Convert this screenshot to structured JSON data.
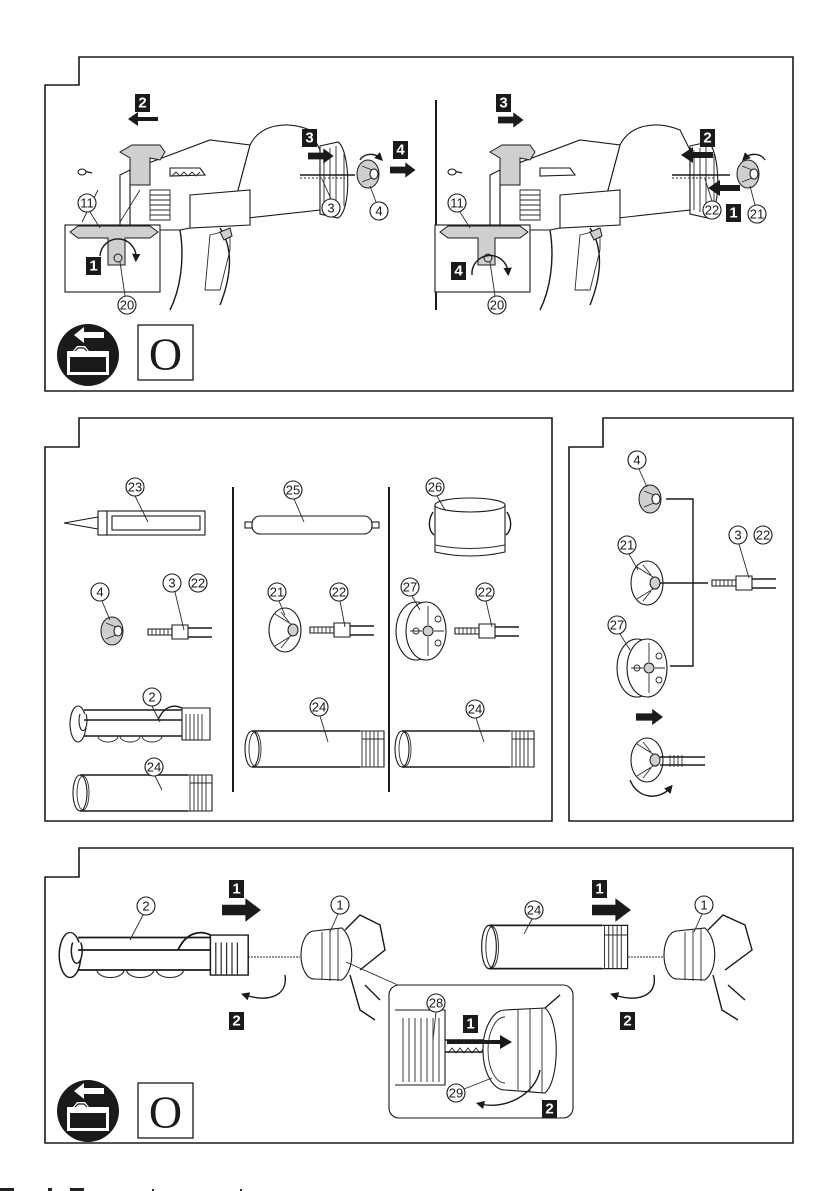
{
  "page": {
    "type": "instruction-manual-illustrations",
    "figures": [
      {
        "id": "fig-1",
        "description": "Removing and installing the holder rod and plunger",
        "left_panel": {
          "steps": [
            "1",
            "2",
            "3",
            "4"
          ],
          "callouts": [
            "11",
            "20",
            "3",
            "4"
          ]
        },
        "right_panel": {
          "steps": [
            "1",
            "2",
            "3",
            "4"
          ],
          "callouts": [
            "11",
            "20",
            "22",
            "21"
          ]
        },
        "battery_icon": "battery-remove-icon",
        "o_box_label": "O"
      },
      {
        "id": "fig-2",
        "description": "Cartridge / sausage / bulk options",
        "columns": [
          {
            "material": "23",
            "plunger": "4",
            "rod": "3",
            "rod_alt": "22",
            "holders": [
              "2",
              "24"
            ]
          },
          {
            "material": "25",
            "plunger": "21",
            "rod": "22",
            "holders": [
              "24"
            ]
          },
          {
            "material": "26",
            "plunger": "27",
            "rod": "22",
            "holders": [
              "24"
            ]
          }
        ]
      },
      {
        "id": "fig-3",
        "description": "Plunger attachment to rod",
        "callouts": [
          "4",
          "21",
          "27",
          "3",
          "22"
        ]
      },
      {
        "id": "fig-4",
        "description": "Attaching holder to tool",
        "left": {
          "steps": [
            "1",
            "2"
          ],
          "callouts": [
            "2",
            "1"
          ]
        },
        "right": {
          "steps": [
            "1",
            "2"
          ],
          "callouts": [
            "24",
            "1"
          ]
        },
        "inset": {
          "steps": [
            "1",
            "2"
          ],
          "callouts": [
            "28",
            "29"
          ]
        },
        "battery_icon": "battery-remove-icon",
        "o_box_label": "O"
      }
    ]
  },
  "labels": {
    "n1": "1",
    "n2": "2",
    "n3": "3",
    "n4": "4",
    "n11": "11",
    "n20": "20",
    "n21": "21",
    "n22": "22",
    "n23": "23",
    "n24": "24",
    "n25": "25",
    "n26": "26",
    "n27": "27",
    "n28": "28",
    "n29": "29",
    "o": "O"
  }
}
